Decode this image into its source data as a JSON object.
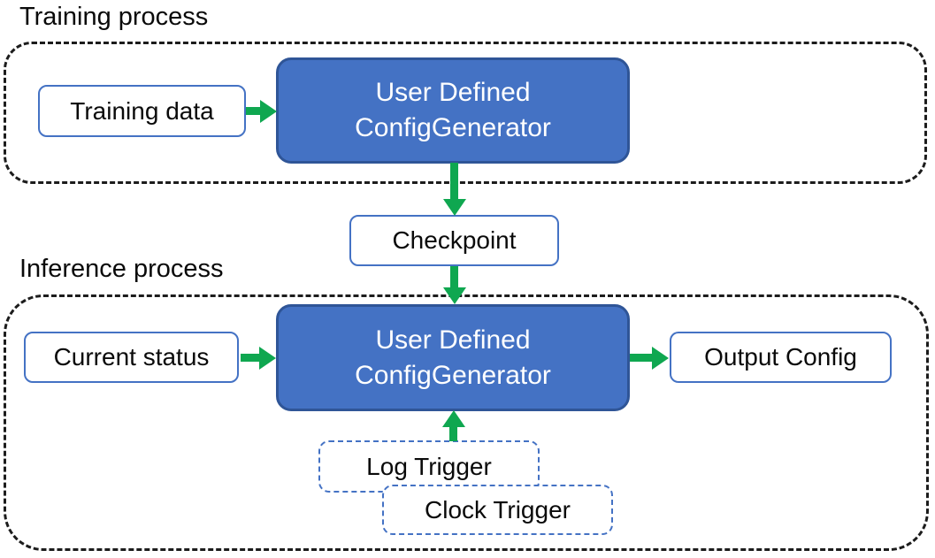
{
  "colors": {
    "blue_fill": "#4472C4",
    "blue_border": "#2F5597",
    "outline_blue": "#4472C4",
    "arrow_green": "#0FA750",
    "dash_black": "#1c1c1c",
    "text_dark": "#0a0a0a",
    "text_light": "#ffffff"
  },
  "training": {
    "section_label": "Training process",
    "input_box": "Training data",
    "generator": {
      "line1": "User Defined",
      "line2": "ConfigGenerator"
    }
  },
  "checkpoint": {
    "label": "Checkpoint"
  },
  "inference": {
    "section_label": "Inference process",
    "input_box": "Current status",
    "generator": {
      "line1": "User Defined",
      "line2": "ConfigGenerator"
    },
    "output_box": "Output Config",
    "triggers": [
      {
        "label": "Log Trigger"
      },
      {
        "label": "Clock Trigger"
      }
    ]
  }
}
